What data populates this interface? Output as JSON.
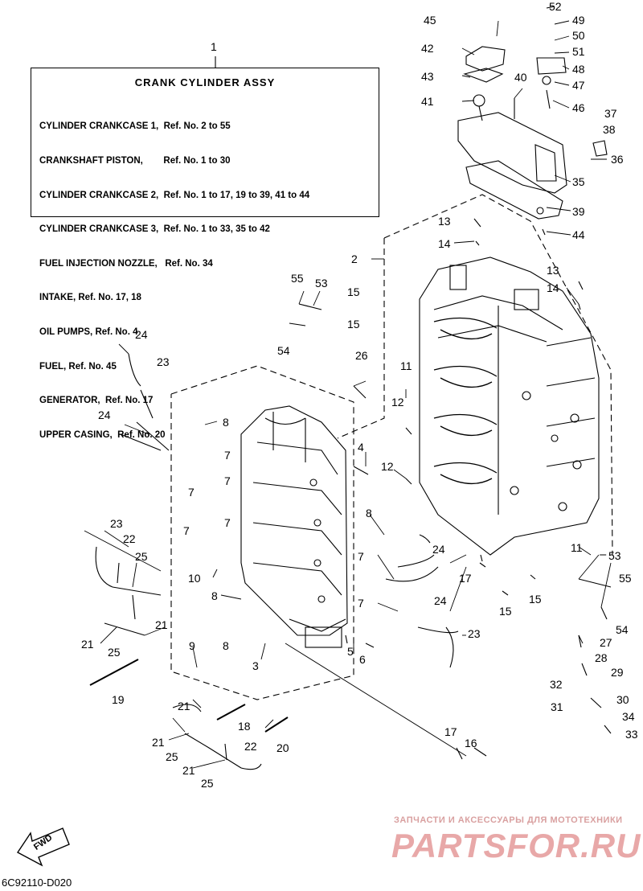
{
  "legend": {
    "ref_number": "1",
    "title": "CRANK CYLINDER ASSY",
    "lines": [
      "CYLINDER CRANKCASE 1,  Ref. No. 2 to 55",
      "CRANKSHAFT PISTON,        Ref. No. 1 to 30",
      "CYLINDER CRANKCASE 2,  Ref. No. 1 to 17, 19 to 39, 41 to 44",
      "CYLINDER CRANKCASE 3,  Ref. No. 1 to 33, 35 to 42",
      "FUEL INJECTION NOZZLE,   Ref. No. 34",
      "INTAKE, Ref. No. 17, 18",
      "OIL PUMPS, Ref. No. 4",
      "FUEL, Ref. No. 45",
      "GENERATOR,  Ref. No. 17",
      "UPPER CASING,  Ref. No. 20"
    ]
  },
  "callouts": [
    {
      "label": "52"
    },
    {
      "label": "49"
    },
    {
      "label": "45"
    },
    {
      "label": "50"
    },
    {
      "label": "42"
    },
    {
      "label": "51"
    },
    {
      "label": "48"
    },
    {
      "label": "43"
    },
    {
      "label": "40"
    },
    {
      "label": "47"
    },
    {
      "label": "41"
    },
    {
      "label": "46"
    },
    {
      "label": "37"
    },
    {
      "label": "38"
    },
    {
      "label": "36"
    },
    {
      "label": "35"
    },
    {
      "label": "39"
    },
    {
      "label": "13"
    },
    {
      "label": "44"
    },
    {
      "label": "14"
    },
    {
      "label": "2"
    },
    {
      "label": "13"
    },
    {
      "label": "55"
    },
    {
      "label": "53"
    },
    {
      "label": "14"
    },
    {
      "label": "15"
    },
    {
      "label": "15"
    },
    {
      "label": "54"
    },
    {
      "label": "24"
    },
    {
      "label": "26"
    },
    {
      "label": "23"
    },
    {
      "label": "11"
    },
    {
      "label": "12"
    },
    {
      "label": "24"
    },
    {
      "label": "8"
    },
    {
      "label": "7"
    },
    {
      "label": "4"
    },
    {
      "label": "7"
    },
    {
      "label": "12"
    },
    {
      "label": "7"
    },
    {
      "label": "7"
    },
    {
      "label": "7"
    },
    {
      "label": "8"
    },
    {
      "label": "23"
    },
    {
      "label": "22"
    },
    {
      "label": "24"
    },
    {
      "label": "25"
    },
    {
      "label": "11"
    },
    {
      "label": "7"
    },
    {
      "label": "53"
    },
    {
      "label": "10"
    },
    {
      "label": "17"
    },
    {
      "label": "55"
    },
    {
      "label": "8"
    },
    {
      "label": "24"
    },
    {
      "label": "15"
    },
    {
      "label": "7"
    },
    {
      "label": "15"
    },
    {
      "label": "21"
    },
    {
      "label": "54"
    },
    {
      "label": "21"
    },
    {
      "label": "8"
    },
    {
      "label": "25"
    },
    {
      "label": "23"
    },
    {
      "label": "27"
    },
    {
      "label": "9"
    },
    {
      "label": "5"
    },
    {
      "label": "3"
    },
    {
      "label": "28"
    },
    {
      "label": "6"
    },
    {
      "label": "29"
    },
    {
      "label": "19"
    },
    {
      "label": "32"
    },
    {
      "label": "30"
    },
    {
      "label": "21"
    },
    {
      "label": "31"
    },
    {
      "label": "18"
    },
    {
      "label": "34"
    },
    {
      "label": "20"
    },
    {
      "label": "33"
    },
    {
      "label": "21"
    },
    {
      "label": "22"
    },
    {
      "label": "17"
    },
    {
      "label": "16"
    },
    {
      "label": "25"
    },
    {
      "label": "21"
    },
    {
      "label": "25"
    }
  ],
  "fwd_label": "FWD",
  "diagram_code": "6C92110-D020",
  "watermark": {
    "caption": "ЗАПЧАСТИ И АКСЕССУАРЫ ДЛЯ МОТОТЕХНИКИ",
    "logo": "PARTSFOR.RU"
  },
  "colors": {
    "ink": "#000000",
    "paper": "#ffffff",
    "watermark": "#e8a8a8"
  }
}
